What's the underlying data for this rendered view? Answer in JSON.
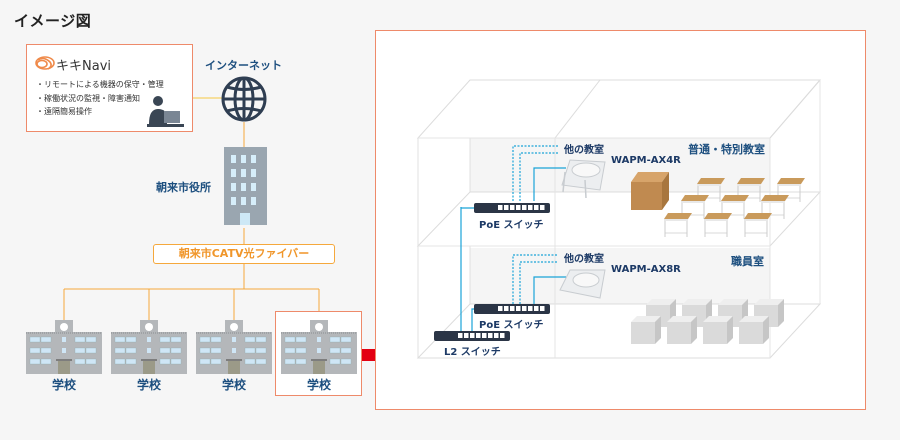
{
  "title": "イメージ図",
  "kiki": {
    "name": "キキNavi",
    "features": [
      "・リモートによる機器の保守・管理",
      "・稼働状況の監視・障害通知",
      "・遠隔簡易操作"
    ]
  },
  "internet_label": "インターネット",
  "city_hall_label": "朝来市役所",
  "catv_label": "朝来市CATV光ファイバー",
  "schools": [
    {
      "label": "学校"
    },
    {
      "label": "学校"
    },
    {
      "label": "学校"
    },
    {
      "label": "学校",
      "selected": true
    }
  ],
  "building": {
    "upper_floor": {
      "room_label": "普通・特別教室",
      "other_rooms_label": "他の教室",
      "ap_model": "WAPM-AX4R",
      "switch_label": "PoE スイッチ"
    },
    "lower_floor": {
      "room_label": "職員室",
      "other_rooms_label": "他の教室",
      "ap_model": "WAPM-AX8R",
      "switch_label": "PoE スイッチ"
    },
    "core_switch_label": "L2 スイッチ"
  },
  "colors": {
    "accent_orange": "#f5a83c",
    "frame_border": "#ee8a6a",
    "label_blue": "#1d4f7f",
    "lan_cable": "#1aa3d8",
    "arrow_red": "#e30012"
  }
}
